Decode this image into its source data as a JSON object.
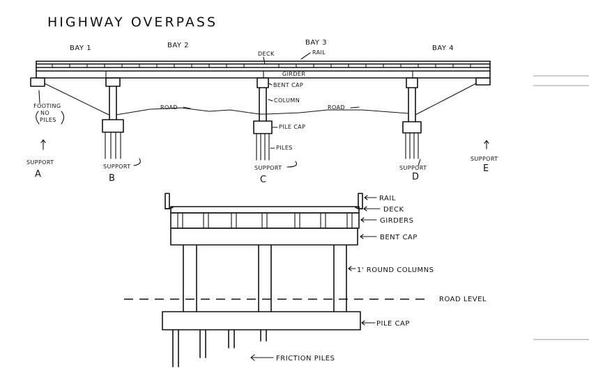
{
  "title": "HIGHWAY OVERPASS",
  "elevation": {
    "bays": [
      "BAY 1",
      "BAY 2",
      "BAY 3",
      "BAY 4"
    ],
    "component_labels": {
      "deck": "DECK",
      "rail": "RAIL",
      "girder": "GIRDER",
      "bent_cap": "BENT CAP",
      "column": "COLUMN",
      "pile_cap": "PILE CAP",
      "piles": "PILES",
      "road_left": "ROAD",
      "road_right": "ROAD",
      "footing_line1": "FOOTING",
      "footing_line2": "NO",
      "footing_line3": "PILES"
    },
    "supports": {
      "label": "SUPPORT",
      "letters": [
        "A",
        "B",
        "C",
        "D",
        "E"
      ]
    }
  },
  "section": {
    "labels": {
      "rail": "RAIL",
      "deck": "DECK",
      "girders": "GIRDERS",
      "bent_cap": "BENT CAP",
      "columns": "1' ROUND COLUMNS",
      "road_level": "ROAD LEVEL",
      "pile_cap": "PILE CAP",
      "friction_piles": "FRICTION PILES"
    }
  }
}
